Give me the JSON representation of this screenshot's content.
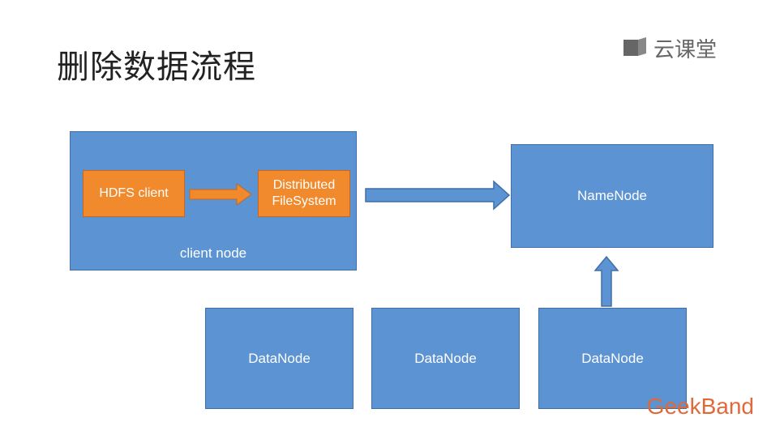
{
  "title": "删除数据流程",
  "logo": {
    "text": "云课堂",
    "icon": "book-icon"
  },
  "brand": "GeekBand",
  "diagram": {
    "client_node_label": "client node",
    "hdfs_client_label": "HDFS client",
    "distributed_fs_label_line1": "Distributed",
    "distributed_fs_label_line2": "FileSystem",
    "namenode_label": "NameNode",
    "datanodes": [
      "DataNode",
      "DataNode",
      "DataNode"
    ]
  },
  "colors": {
    "node_blue": "#5b93d3",
    "client_orange": "#f08a2c",
    "brand_orange": "#e0693a"
  }
}
